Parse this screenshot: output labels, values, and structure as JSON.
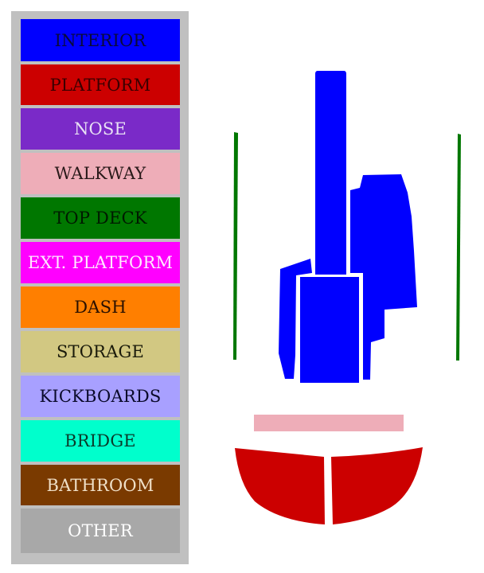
{
  "legend": {
    "items": [
      {
        "label": "INTERIOR",
        "color": "#0000ff",
        "text_color": "#0a0a3a"
      },
      {
        "label": "PLATFORM",
        "color": "#cc0000",
        "text_color": "#3a0000"
      },
      {
        "label": "NOSE",
        "color": "#7a2ac8",
        "text_color": "#e8e0f4"
      },
      {
        "label": "WALKWAY",
        "color": "#eeadb8",
        "text_color": "#2a1a1a"
      },
      {
        "label": "TOP DECK",
        "color": "#007700",
        "text_color": "#001a00"
      },
      {
        "label": "EXT. PLATFORM",
        "color": "#ff00ff",
        "text_color": "#ffe8ff"
      },
      {
        "label": "DASH",
        "color": "#ff7f00",
        "text_color": "#2a1000"
      },
      {
        "label": "STORAGE",
        "color": "#d2c882",
        "text_color": "#1a1a0a"
      },
      {
        "label": "KICKBOARDS",
        "color": "#a8a0ff",
        "text_color": "#0a0a2a"
      },
      {
        "label": "BRIDGE",
        "color": "#00ffcc",
        "text_color": "#0a3a2a"
      },
      {
        "label": "BATHROOM",
        "color": "#7a3a00",
        "text_color": "#f0e0c8"
      },
      {
        "label": "OTHER",
        "color": "#a8a8a8",
        "text_color": "#ffffff"
      }
    ]
  },
  "layout_colors": {
    "interior": "#0000ff",
    "platform": "#cc0000",
    "walkway": "#eeadb8",
    "top_deck": "#007700",
    "panel_border": "#ffffff"
  }
}
